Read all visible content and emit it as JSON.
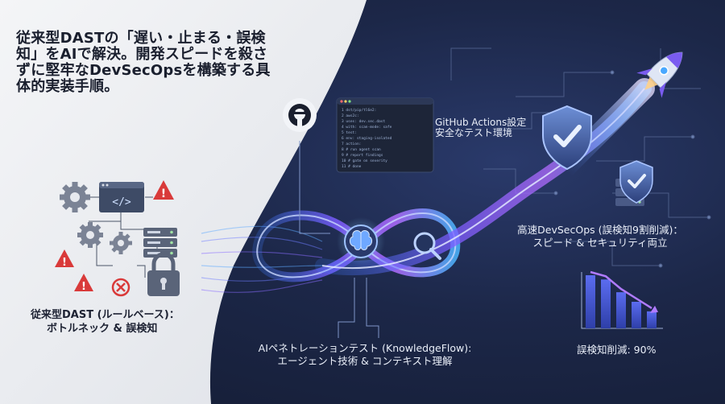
{
  "headline": "従来型DASTの「遅い・止まる・誤検知」をAIで解決。開発スピードを殺さずに堅牢なDevSecOpsを構築する具体的実装手順。",
  "labels": {
    "github_actions": "GitHub Actions設定",
    "safe_test_env": "安全なテスト環境",
    "legacy_line1": "従来型DAST (ルールベース)：",
    "legacy_line2": "ボトルネック & 誤検知",
    "ai_line1": "AIペネトレーションテスト (KnowledgeFlow):",
    "ai_line2": "エージェント技術 & コンテキスト理解",
    "fast_line1": "高速DevSecOps (誤検知9割削減)：",
    "fast_line2": "スピード & セキュリティ両立",
    "reduction": "誤検知削減: 90%"
  },
  "chart_data": {
    "type": "bar",
    "categories": [
      "",
      "",
      "",
      "",
      ""
    ],
    "values": [
      5,
      4.6,
      3.4,
      2.5,
      1.6
    ],
    "trend": "decreasing"
  },
  "colors": {
    "accent_purple": "#8a5cf6",
    "accent_blue": "#4aa8ff",
    "alert_red": "#d93a3a",
    "bar_blue": "#5b6cf0"
  },
  "icons": [
    "gear-icon",
    "code-window-icon",
    "warning-icon",
    "server-icon",
    "lock-icon",
    "blocked-icon",
    "github-icon",
    "brain-icon",
    "magnifier-icon",
    "shield-check-icon",
    "rocket-icon"
  ]
}
